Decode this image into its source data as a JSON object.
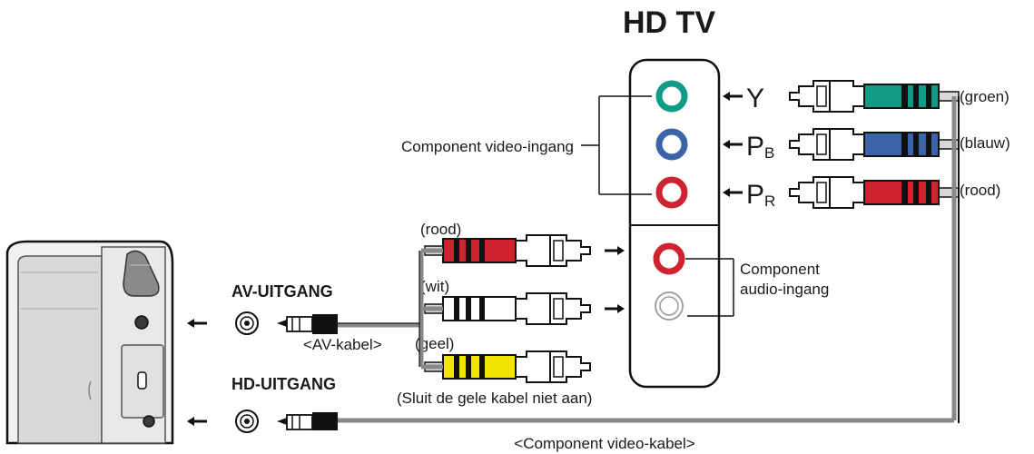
{
  "title": "HD TV",
  "tv_panel": {
    "video_jacks": [
      {
        "signal": "Y",
        "sub": "",
        "color": "#0f9b86"
      },
      {
        "signal": "P",
        "sub": "B",
        "color": "#3b63a8"
      },
      {
        "signal": "P",
        "sub": "R",
        "color": "#cf2430"
      }
    ],
    "audio_jacks": [
      {
        "color": "#cf2430"
      },
      {
        "color": "#9a9a9a"
      }
    ]
  },
  "labels": {
    "component_video_in": "Component video-ingang",
    "component_audio_in_line1": "Component",
    "component_audio_in_line2": "audio-ingang",
    "av_out": "AV-UITGANG",
    "hd_out": "HD-UITGANG",
    "av_cable": "<AV-kabel>",
    "component_video_cable": "<Component video-kabel>",
    "yellow_note": "(Sluit de gele kabel niet aan)"
  },
  "component_plugs": [
    {
      "name": "(groen)",
      "color": "#0f9b86"
    },
    {
      "name": "(blauw)",
      "color": "#3b63a8"
    },
    {
      "name": "(rood)",
      "color": "#cf2430"
    }
  ],
  "av_plugs": [
    {
      "name": "(rood)",
      "color": "#cf2430"
    },
    {
      "name": "(wit)",
      "color": "#ffffff"
    },
    {
      "name": "(geel)",
      "color": "#f2e600"
    }
  ]
}
